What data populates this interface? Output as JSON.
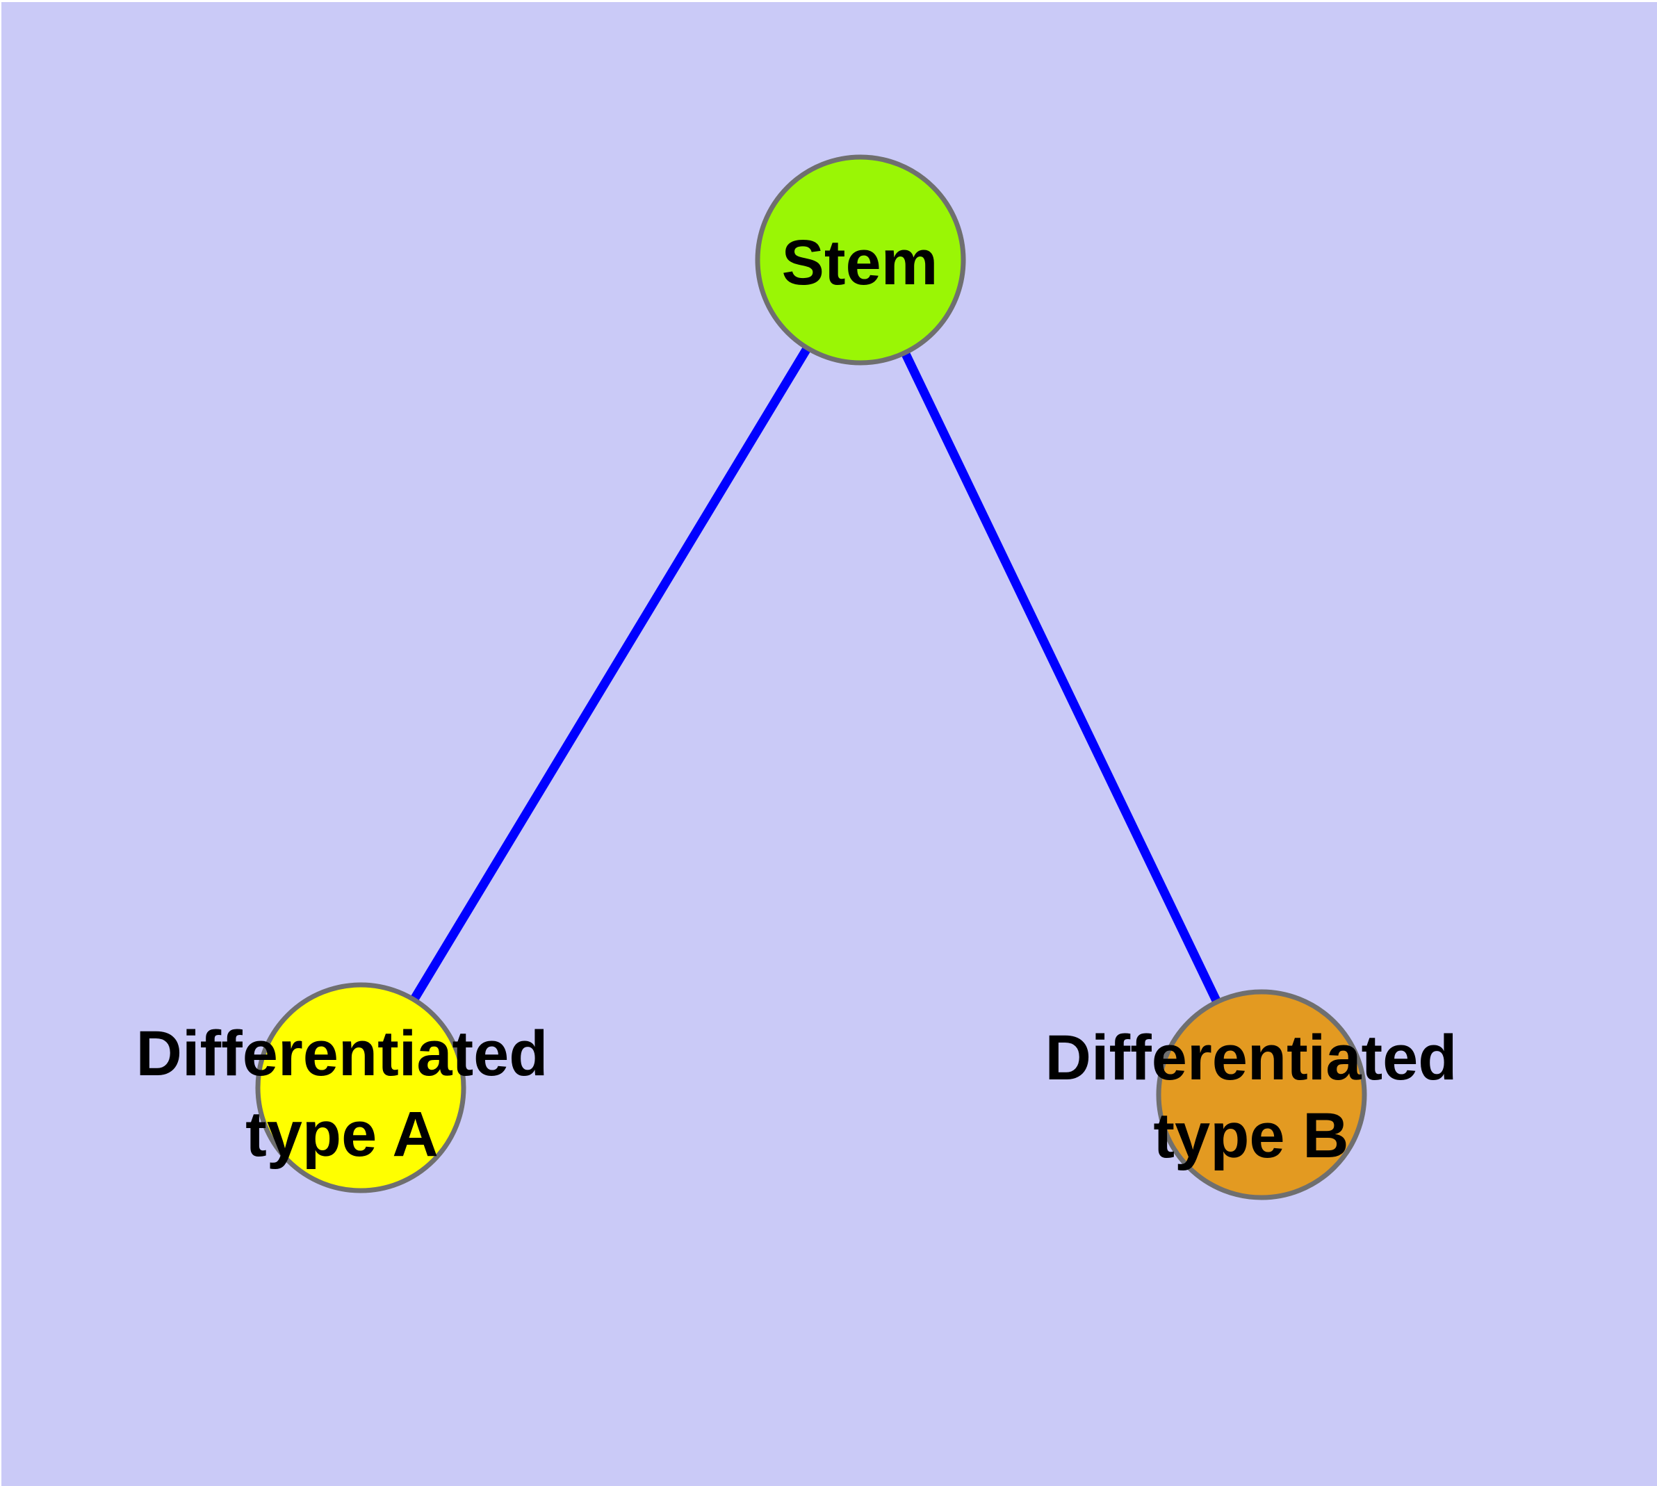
{
  "diagram": {
    "type": "graph",
    "background_color": "#cacaf7",
    "page_margin_color": "#ffffff",
    "edge_color": "#0000ff",
    "node_border_color": "#6f6f6f",
    "label_color": "#000000",
    "nodes": [
      {
        "id": "stem",
        "label": "Stem",
        "fill": "#9af605"
      },
      {
        "id": "differentiated-type-a",
        "label_line1": "Differentiated",
        "label_line2": "type A",
        "fill": "#ffff00"
      },
      {
        "id": "differentiated-type-b",
        "label_line1": "Differentiated",
        "label_line2": "type B",
        "fill": "#e39a21"
      }
    ],
    "edges": [
      {
        "from": "stem",
        "to": "differentiated-type-a"
      },
      {
        "from": "stem",
        "to": "differentiated-type-b"
      }
    ]
  }
}
